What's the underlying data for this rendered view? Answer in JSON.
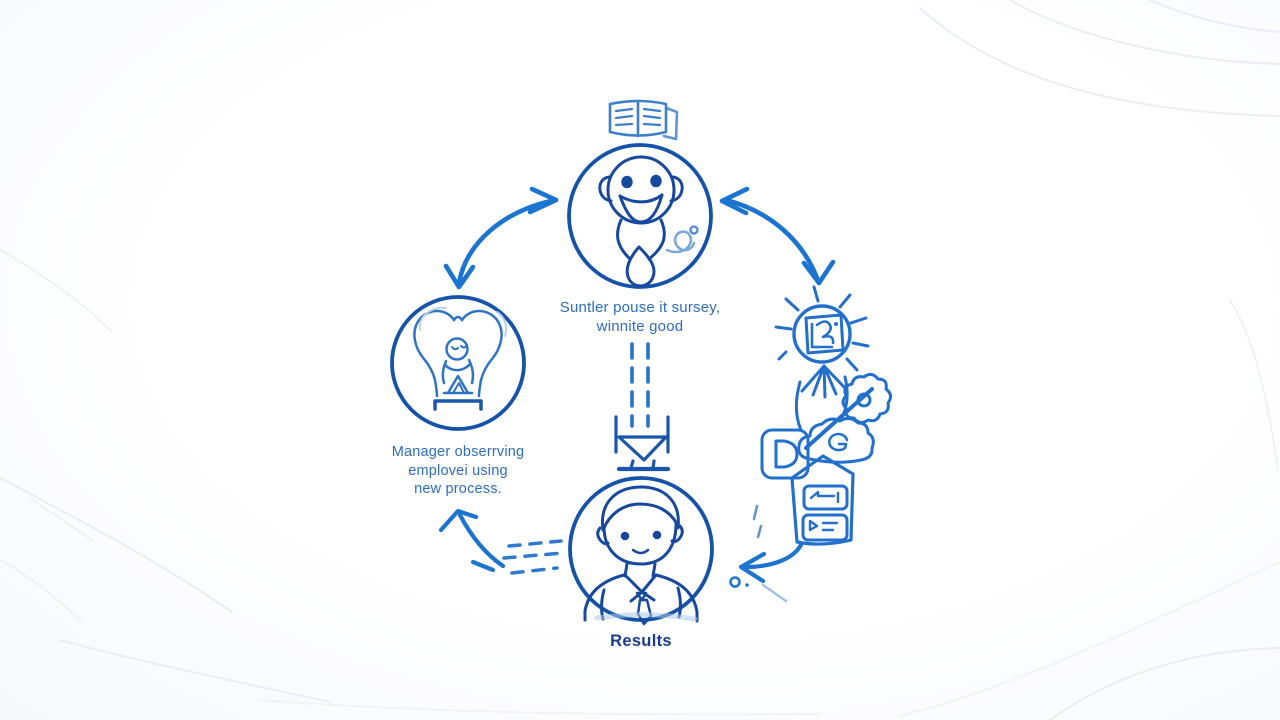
{
  "diagram": {
    "kind": "hand-drawn process cycle sketch",
    "background_color": "#fbfcfe",
    "colors": {
      "circle_stroke": "#1453a9",
      "sketch_stroke": "#2270cc",
      "arrow_stroke": "#1b74d0",
      "caption_text": "#2e6dc2",
      "results_text": "#1a3a8f"
    },
    "nodes": {
      "top_circle": {
        "icon": "smiling-person-with-lanyard-icon",
        "caption_lines": [
          "Suntler pouse it sursey,",
          "winnite good"
        ]
      },
      "left_circle": {
        "icon": "person-inside-lightbulb-icon",
        "caption_lines": [
          "Manager obserrving",
          "emplovei using",
          "new process."
        ]
      },
      "bottom_circle": {
        "icon": "employee-portrait-icon",
        "caption": "Results"
      }
    },
    "decorations": {
      "above_top_circle": "open-book-icon",
      "right_cluster": [
        "sun-doodle-icon",
        "gear-doodle-icon",
        "cloud-doodle-icon",
        "d-tag-doodle-icon",
        "checklist-card-doodle-icon"
      ],
      "center": "dashed-lines-into-funnel-arrow-icon",
      "arrows": [
        "curved-arrow-left-top",
        "curved-arrow-right-top",
        "dashed-curved-arrow-bottom-left",
        "curved-arrow-bottom-right"
      ]
    }
  }
}
